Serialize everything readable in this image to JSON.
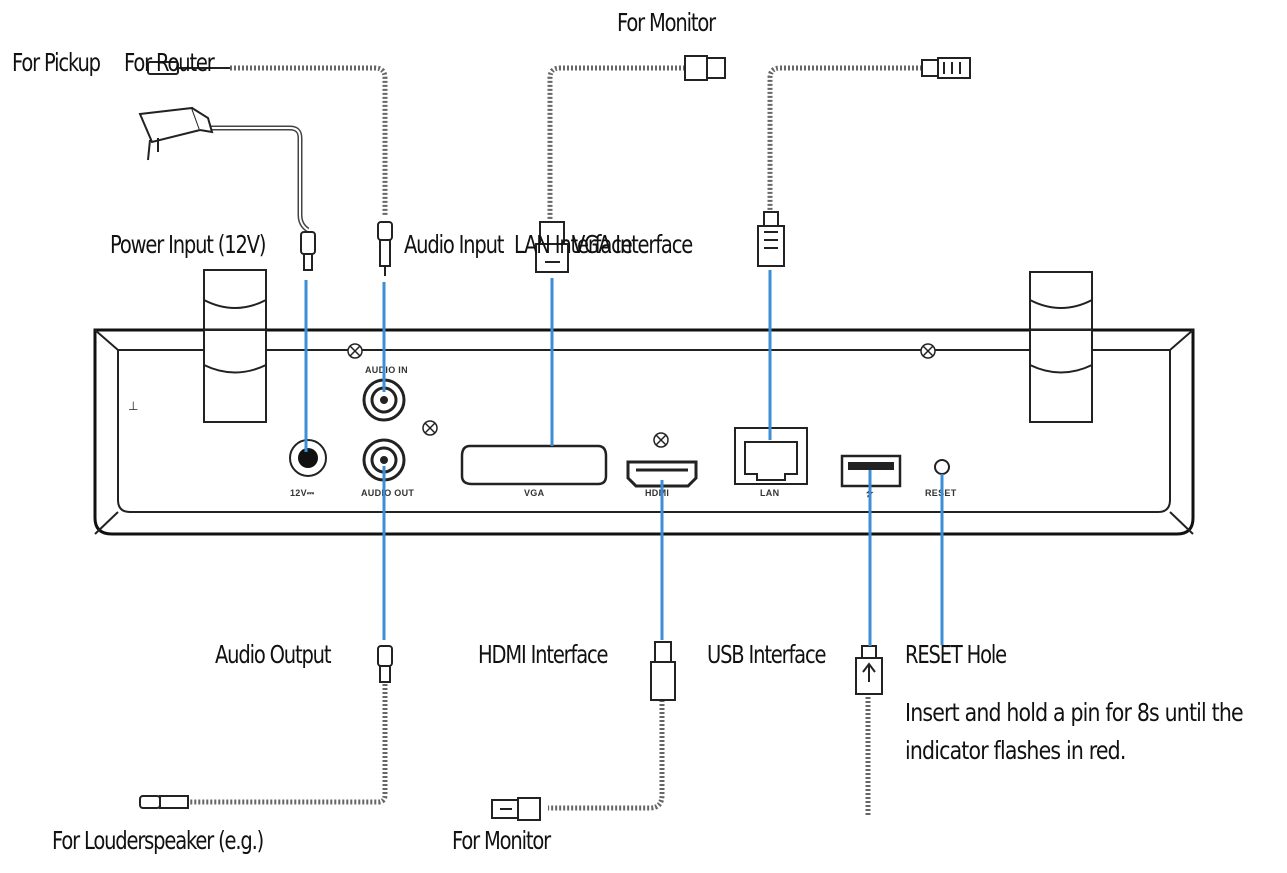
{
  "colors": {
    "line": "#3c8fd6",
    "outline": "#222222",
    "cable": "#555555",
    "background": "#ffffff"
  },
  "labels": {
    "for_pickup": "For Pickup",
    "for_router": "For Router",
    "for_monitor_top": "For Monitor",
    "power_input": "Power Input (12V)",
    "audio_input": "Audio Input",
    "lan_interface": "LAN Interface",
    "vga_interface": "VGA Interface",
    "audio_output": "Audio Output",
    "hdmi_interface": "HDMI Interface",
    "usb_interface": "USB Interface",
    "reset_hole": "RESET Hole",
    "reset_note_line1": "Insert and hold a pin for 8s until the",
    "reset_note_line2": "indicator flashes in red.",
    "for_loudspeaker": "For Louderspeaker (e.g.)",
    "for_monitor_bottom": "For Monitor"
  },
  "panel_ports": {
    "power": "12V⎓",
    "audio_in": "AUDIO IN",
    "audio_out": "AUDIO OUT",
    "vga": "VGA",
    "hdmi": "HDMI",
    "lan": "LAN",
    "usb": "⭍",
    "reset": "RESET"
  },
  "icons": [
    "power-adapter-icon",
    "rca-plug-icon",
    "vga-plug-icon",
    "hdmi-plug-icon",
    "rj45-plug-icon",
    "usb-plug-icon",
    "screw-icon"
  ]
}
